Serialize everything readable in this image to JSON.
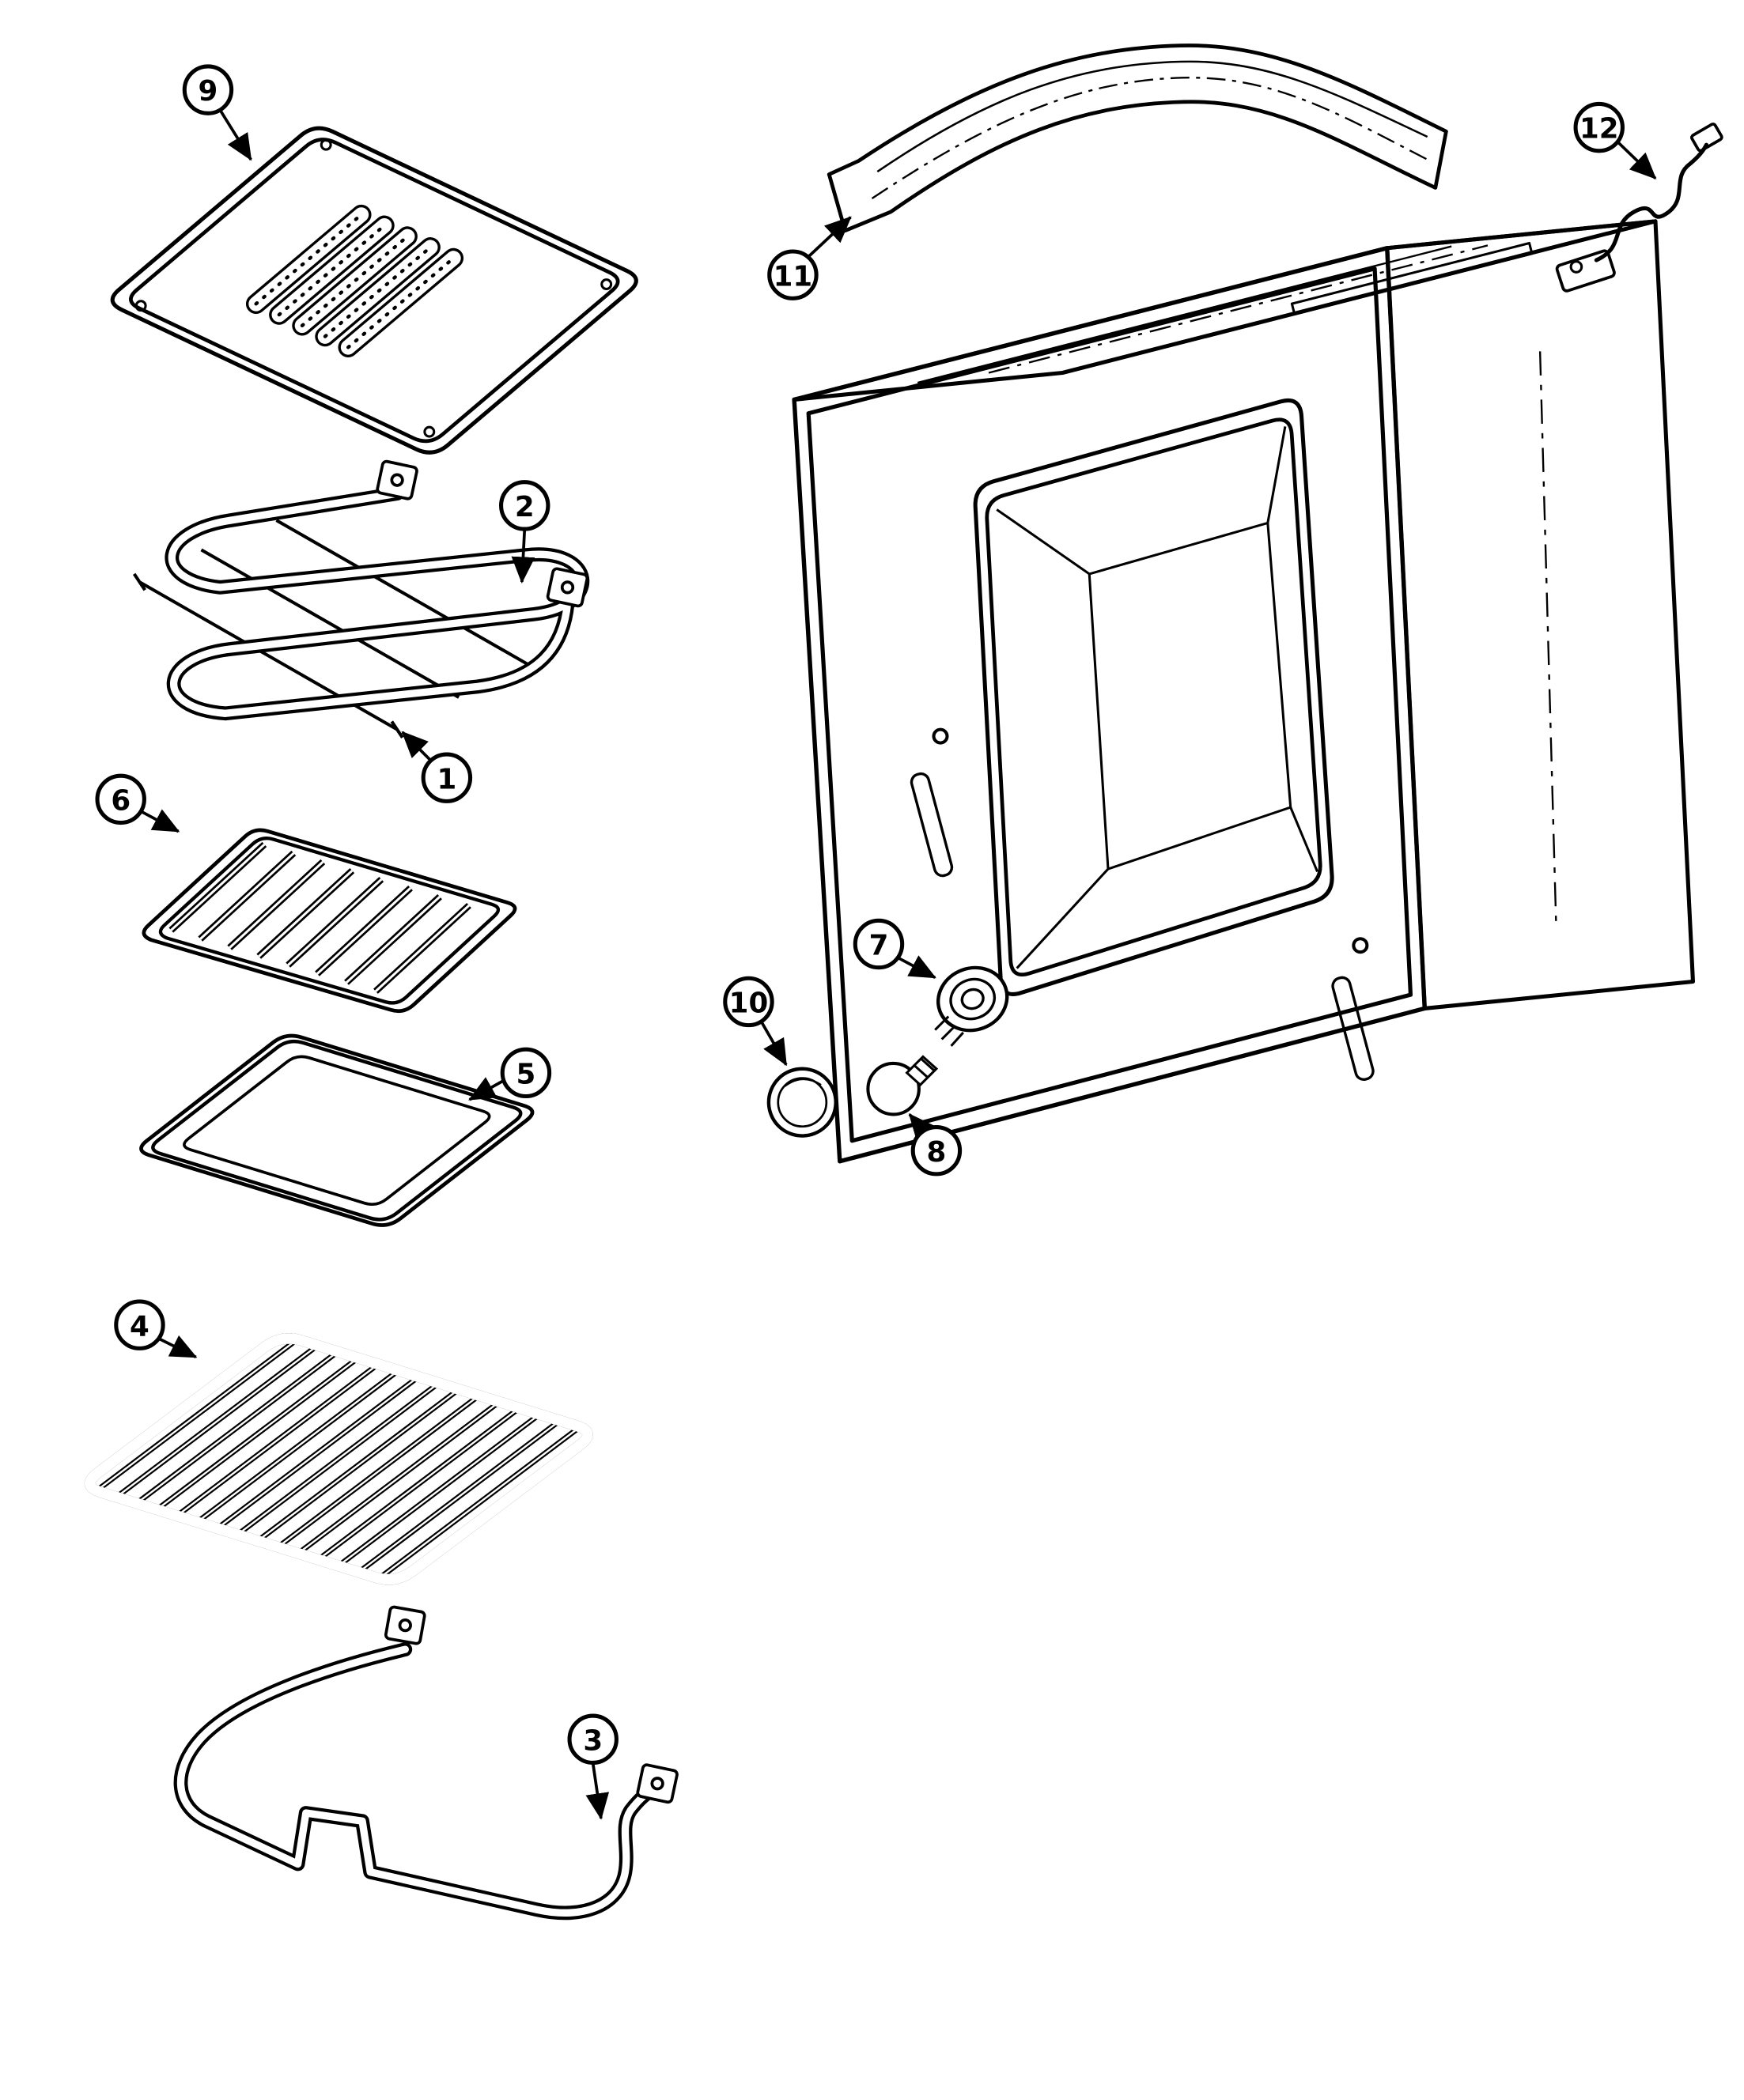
{
  "figure": {
    "type": "exploded-parts-diagram",
    "background_color": "#ffffff",
    "line_color": "#000000",
    "callouts": {
      "c1": "1",
      "c2": "2",
      "c3": "3",
      "c4": "4",
      "c5": "5",
      "c6": "6",
      "c7": "7",
      "c8": "8",
      "c9": "9",
      "c10": "10",
      "c11": "11",
      "c12": "12"
    }
  }
}
